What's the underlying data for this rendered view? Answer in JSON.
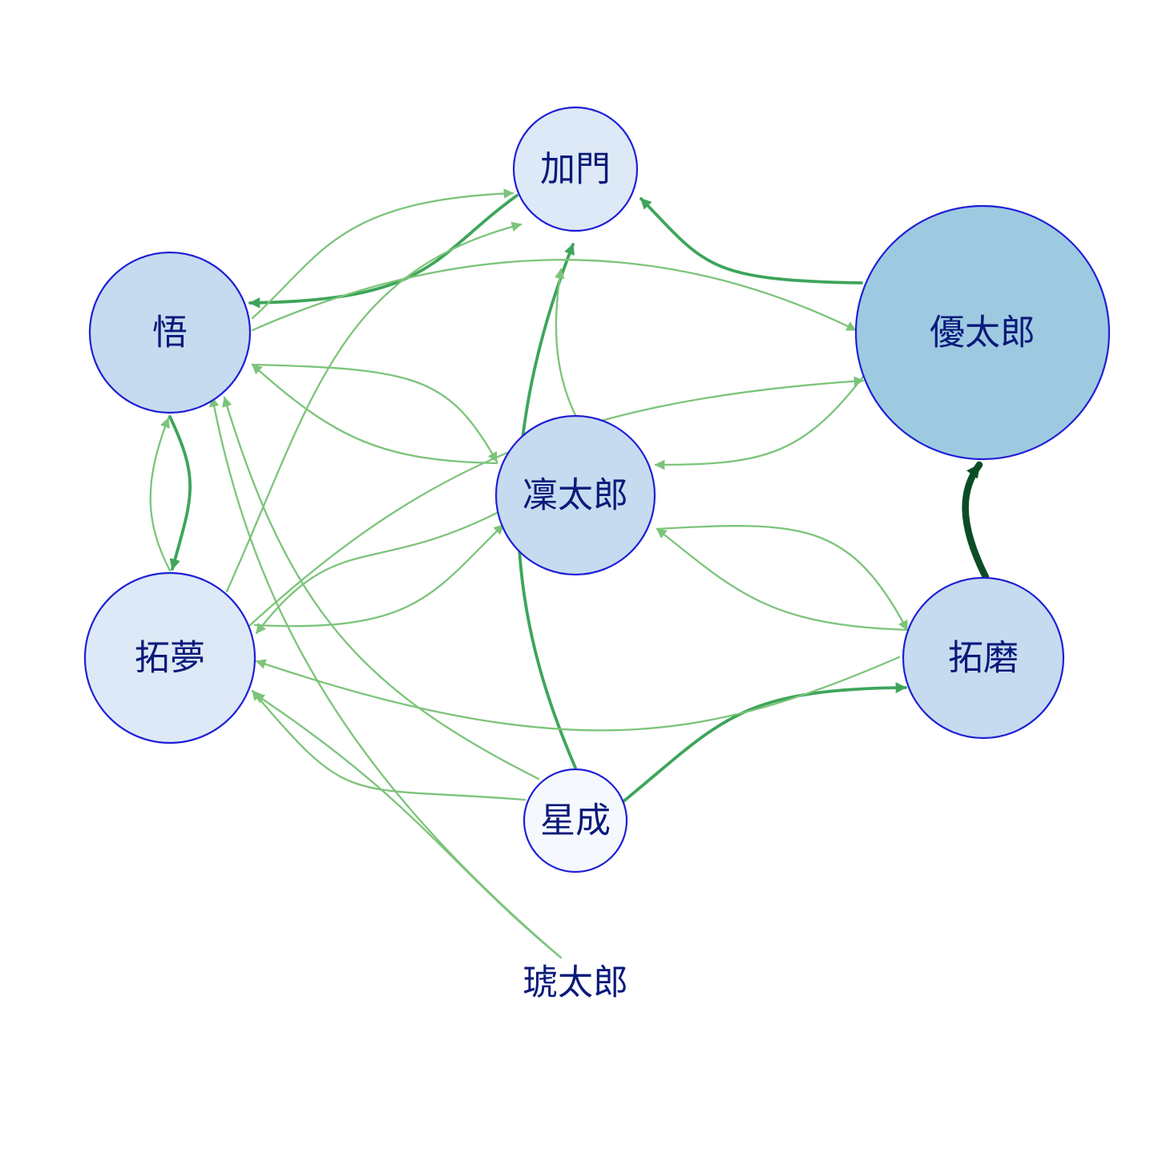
{
  "colors": {
    "node_stroke": "#1f1fd6",
    "label_color": "#0a1a7a",
    "edge_light": "#7cc47a",
    "edge_medium": "#3da55a",
    "edge_dark": "#0b4d23"
  },
  "nodes": [
    {
      "id": "kamon",
      "label": "加門",
      "fill": "#dde9f6"
    },
    {
      "id": "satoru",
      "label": "悟",
      "fill": "#c6dbef"
    },
    {
      "id": "yutaro",
      "label": "優太郎",
      "fill": "#9ecae1"
    },
    {
      "id": "rintaro",
      "label": "凜太郎",
      "fill": "#c6dbef"
    },
    {
      "id": "takumu",
      "label": "拓夢",
      "fill": "#dde9f6"
    },
    {
      "id": "takuma",
      "label": "拓磨",
      "fill": "#c6dbef"
    },
    {
      "id": "seisei",
      "label": "星成",
      "fill": "#f5f9fe"
    },
    {
      "id": "kotaro",
      "label": "琥太郎",
      "fill": "none"
    }
  ],
  "edges": [
    {
      "from": "takuma",
      "to": "yutaro",
      "weight": "heavy"
    },
    {
      "from": "seisei",
      "to": "takuma",
      "weight": "medium"
    },
    {
      "from": "seisei",
      "to": "kamon",
      "weight": "medium"
    },
    {
      "from": "yutaro",
      "to": "kamon",
      "weight": "medium"
    },
    {
      "from": "kamon",
      "to": "satoru",
      "weight": "medium"
    },
    {
      "from": "satoru",
      "to": "takumu",
      "weight": "medium"
    },
    {
      "from": "takumu",
      "to": "satoru",
      "weight": "light"
    },
    {
      "from": "satoru",
      "to": "kamon",
      "weight": "light"
    },
    {
      "from": "satoru",
      "to": "yutaro",
      "weight": "light"
    },
    {
      "from": "satoru",
      "to": "rintaro",
      "weight": "light"
    },
    {
      "from": "rintaro",
      "to": "satoru",
      "weight": "light"
    },
    {
      "from": "takumu",
      "to": "kamon",
      "weight": "light"
    },
    {
      "from": "rintaro",
      "to": "kamon",
      "weight": "light"
    },
    {
      "from": "yutaro",
      "to": "rintaro",
      "weight": "light"
    },
    {
      "from": "takumu",
      "to": "yutaro",
      "weight": "light"
    },
    {
      "from": "takumu",
      "to": "rintaro",
      "weight": "light"
    },
    {
      "from": "rintaro",
      "to": "takumu",
      "weight": "light"
    },
    {
      "from": "rintaro",
      "to": "takuma",
      "weight": "light"
    },
    {
      "from": "takuma",
      "to": "rintaro",
      "weight": "light"
    },
    {
      "from": "takuma",
      "to": "takumu",
      "weight": "light"
    },
    {
      "from": "seisei",
      "to": "takumu",
      "weight": "light"
    },
    {
      "from": "seisei",
      "to": "satoru",
      "weight": "light"
    },
    {
      "from": "kotaro",
      "to": "satoru",
      "weight": "light"
    },
    {
      "from": "kotaro",
      "to": "takumu",
      "weight": "light"
    }
  ]
}
